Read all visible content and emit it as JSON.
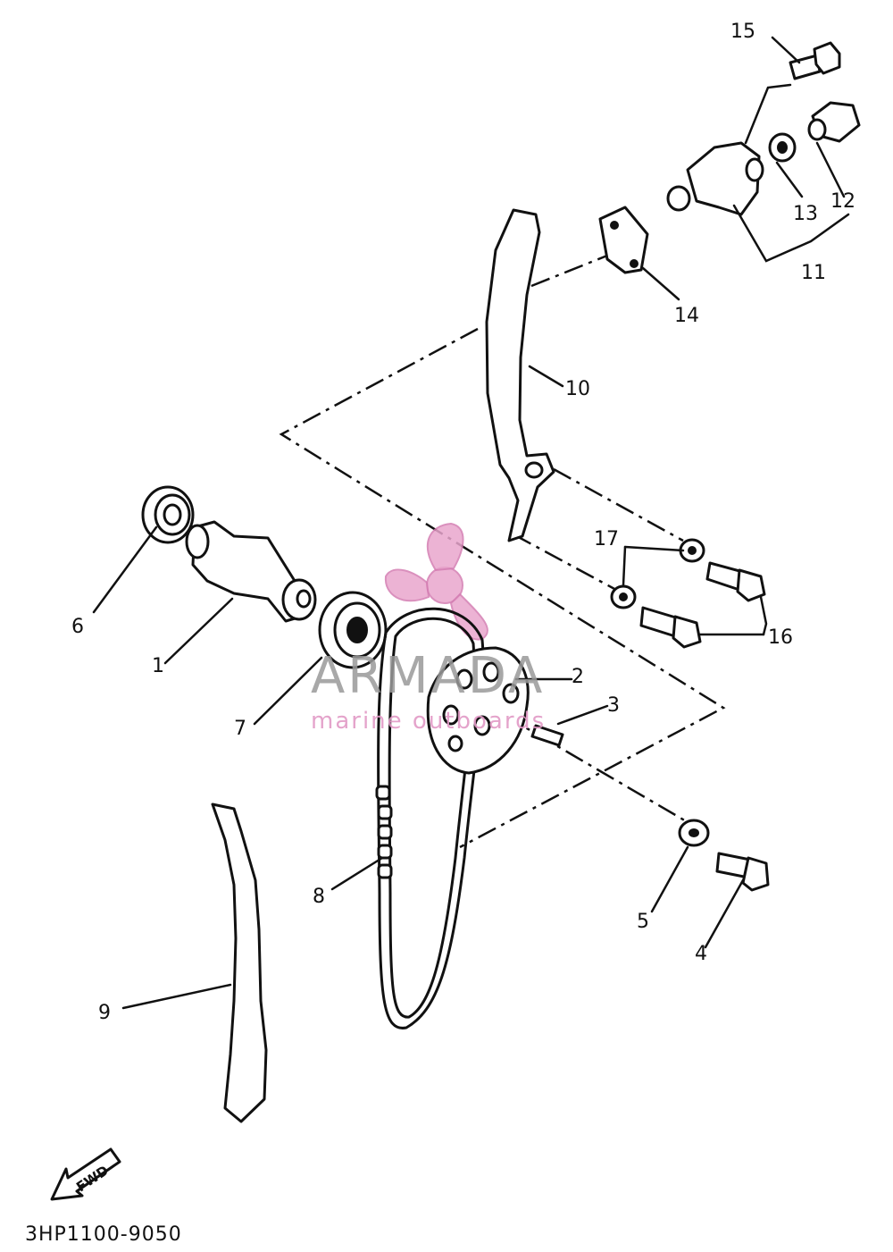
{
  "diagram": {
    "callouts": [
      "1",
      "2",
      "3",
      "4",
      "5",
      "6",
      "7",
      "8",
      "9",
      "10",
      "11",
      "12",
      "13",
      "14",
      "15",
      "16",
      "17"
    ],
    "fwd_label": "FWD",
    "code": "3HP1100-9050"
  },
  "watermark": {
    "brand": "ARMADA",
    "tagline": "marine outboards",
    "colors": {
      "logo": "#e9a6cd",
      "text": "#9a9a9a"
    }
  }
}
